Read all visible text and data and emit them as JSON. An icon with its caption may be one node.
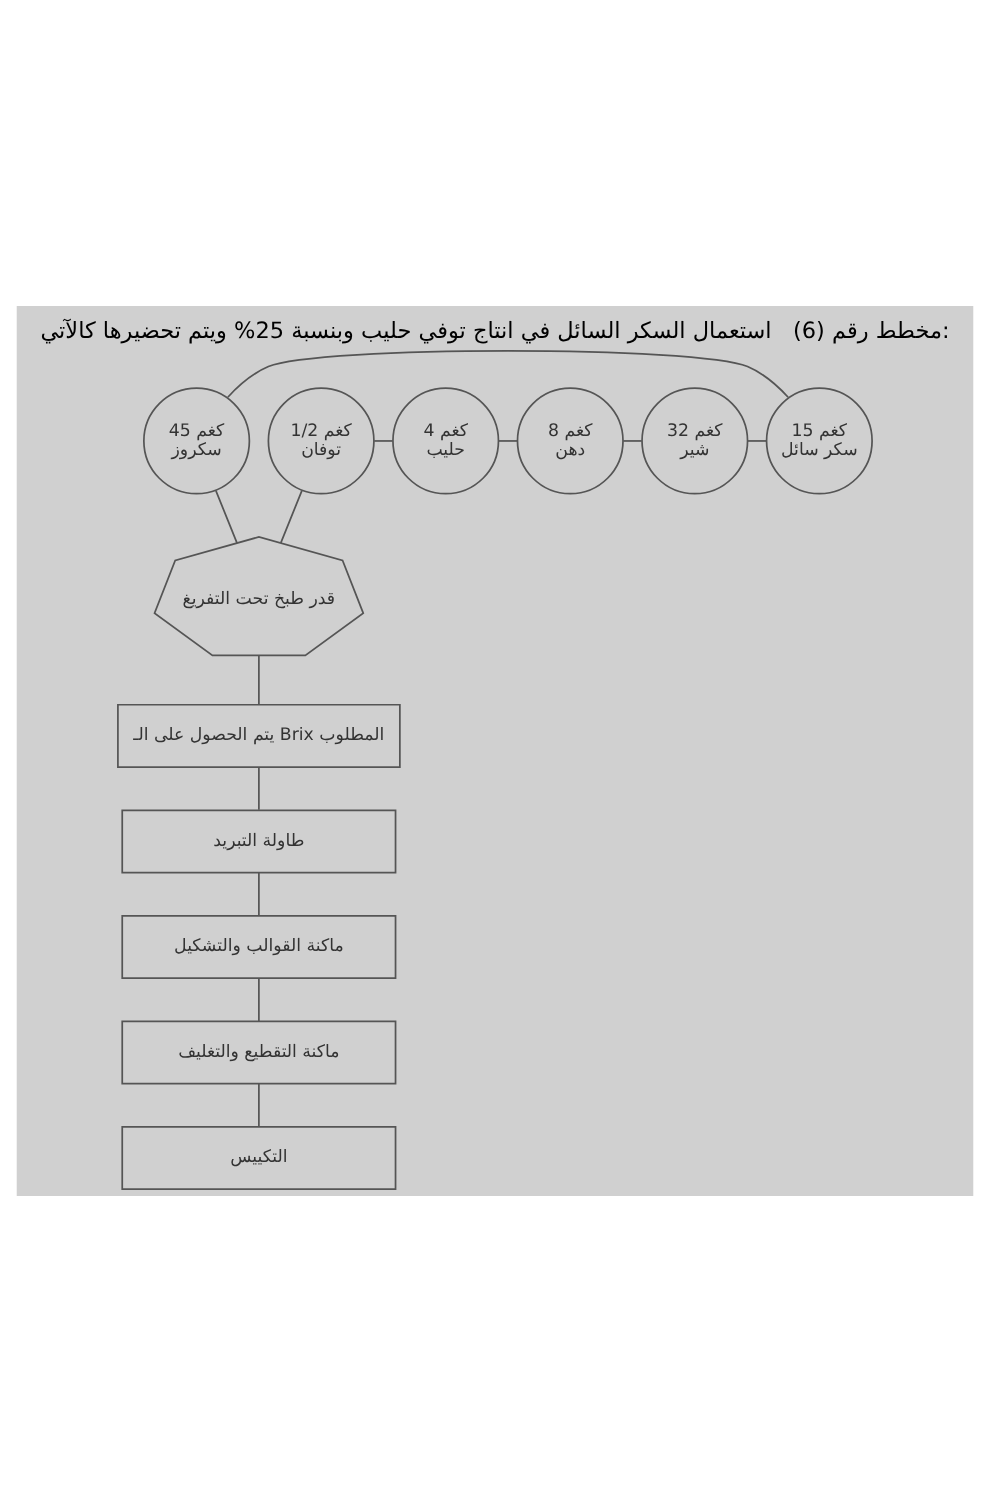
{
  "diagram": {
    "title": "مخطط رقم (6)   استعمال السكر السائل في انتاج توفي حليب وبنسبة 25% ويتم تحضيرها كالآتي:",
    "nodes": [
      {
        "text": [
          "45 كغم",
          "سكروز"
        ]
      },
      {
        "text": [
          "15 كغم",
          "سكر سائل"
        ]
      },
      {
        "text": [
          "32 كغم",
          "شير"
        ]
      },
      {
        "text": [
          "8 كغم",
          "دهن"
        ]
      },
      {
        "text": [
          "4 كغم",
          "حليب"
        ]
      },
      {
        "text": [
          "1/2 كغم",
          "توفان"
        ]
      },
      {
        "text": [
          "قدر طبخ تحت التفريغ"
        ]
      },
      {
        "text": [
          "يتم الحصول على الـ Brix المطلوب"
        ]
      },
      {
        "text": [
          "طاولة التبريد"
        ]
      },
      {
        "text": [
          "ماكنة القوالب والتشكيل"
        ]
      },
      {
        "text": [
          "ماكنة التقطيع والتغليف"
        ]
      },
      {
        "text": [
          "التكييس"
        ]
      }
    ],
    "edges": [
      {
        "from": 0,
        "to": 1,
        "arrow": "none"
      },
      {
        "from": 1,
        "to": 2,
        "arrow": "none"
      },
      {
        "from": 2,
        "to": 3,
        "arrow": "none"
      },
      {
        "from": 3,
        "to": 4,
        "arrow": "none"
      },
      {
        "from": 4,
        "to": 5,
        "arrow": "none"
      },
      {
        "from": 0,
        "to": 6,
        "arrow": "none"
      },
      {
        "from": 5,
        "to": 6,
        "arrow": "none"
      },
      {
        "from": 6,
        "to": 7,
        "arrow": "none"
      },
      {
        "from": 7,
        "to": 8,
        "arrow": "none"
      },
      {
        "from": 8,
        "to": 9,
        "arrow": "none"
      },
      {
        "from": 9,
        "to": 10,
        "arrow": "none"
      },
      {
        "from": 10,
        "to": 11,
        "arrow": "none"
      }
    ]
  }
}
